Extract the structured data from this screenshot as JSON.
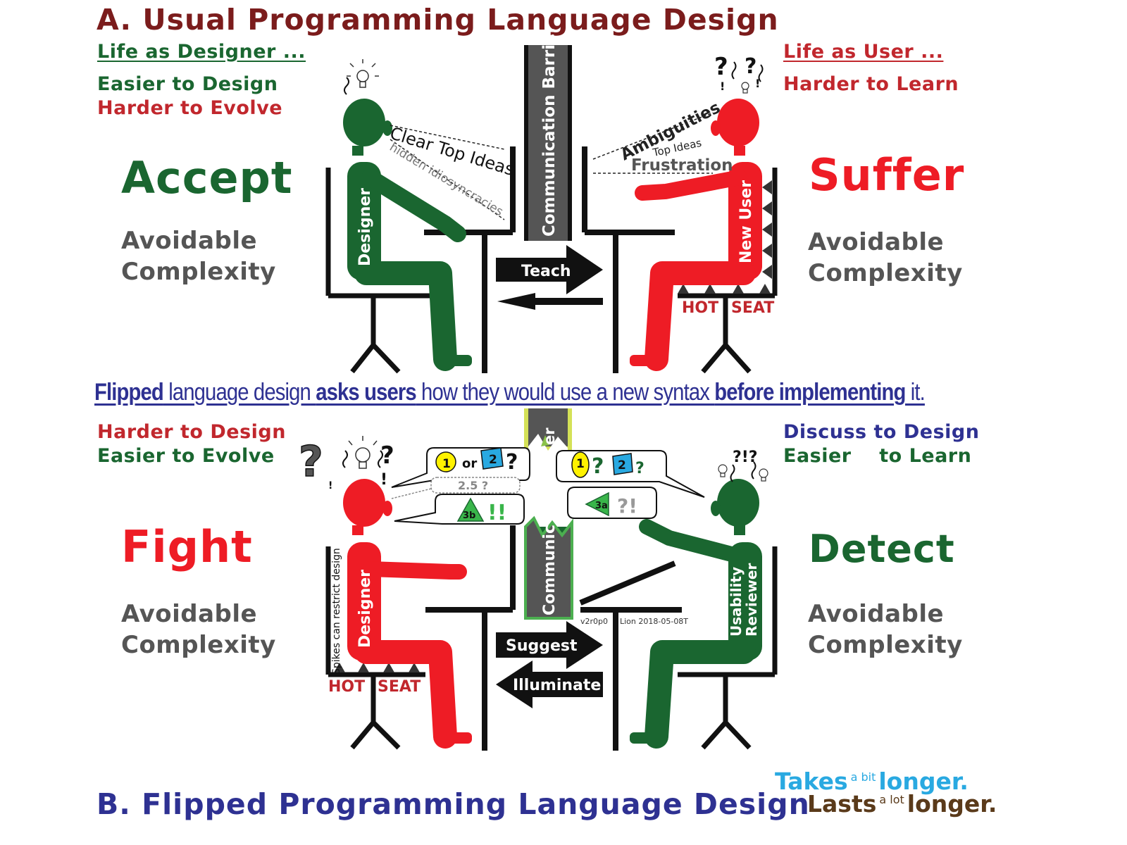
{
  "colors": {
    "title_a": "#7b1c1c",
    "title_b": "#2e3192",
    "green": "#1a6630",
    "red": "#ee1c25",
    "crimson": "#c1272d",
    "navy": "#2e3192",
    "gray": "#555555",
    "cyan": "#29a9e1",
    "brown": "#5a3a1a"
  },
  "panel_a": {
    "title": "A. Usual Programming Language Design",
    "designer_header": "Life as Designer ...",
    "designer_line1": "Easier  to Design",
    "designer_line2": "Harder to Evolve",
    "designer_verdict": "Accept",
    "designer_complexity_1": "Avoidable",
    "designer_complexity_2": "Complexity",
    "user_header": "Life as User ...",
    "user_line1": "Harder to Learn",
    "user_verdict": "Suffer",
    "user_complexity_1": "Avoidable",
    "user_complexity_2": "Complexity",
    "designer_figure_label": "Designer",
    "user_figure_label": "New User",
    "barrier_label": "Communication Barrier",
    "designer_thought_1": "Clear Top Ideas",
    "designer_thought_2": "hidden idiosyncracies",
    "user_thought_1": "Ambiguities",
    "user_thought_2": "Top Ideas",
    "user_thought_3": "Frustration",
    "teach_label": "Teach",
    "hot_seat_1": "HOT",
    "hot_seat_2": "SEAT"
  },
  "middle": {
    "p1": "Flipped",
    "p2": " language design ",
    "p3": "asks users",
    "p4": " how they would use a new syntax ",
    "p5": "before implementing",
    "p6": " it."
  },
  "panel_b": {
    "title": "B. Flipped Programming Language Design",
    "designer_line1": "Harder to Design",
    "designer_line2": "Easier  to Evolve",
    "designer_verdict": "Fight",
    "designer_complexity_1": "Avoidable",
    "designer_complexity_2": "Complexity",
    "reviewer_line1": "Discuss to Design",
    "reviewer_line2": "Easier    to Learn",
    "reviewer_verdict": "Detect",
    "reviewer_complexity_1": "Avoidable",
    "reviewer_complexity_2": "Complexity",
    "designer_figure_label": "Designer",
    "reviewer_label_1": "Usability",
    "reviewer_label_2": "Reviewer",
    "barrier_label": "Communic",
    "barrier_top_label": "er",
    "spikes_label": "Spikes can restrict design",
    "suggest_label": "Suggest",
    "illuminate_label": "Illuminate",
    "hot_seat_1": "HOT",
    "hot_seat_2": "SEAT",
    "bubble_one": "1",
    "bubble_or": "or",
    "bubble_two": "2",
    "bubble_question": "?",
    "bubble_two_five": "2.5 ?",
    "bubble_three_b": "3b",
    "bubble_bang": "!!",
    "bubble_r_one": "1",
    "bubble_r_two": "2",
    "bubble_r_q1": "?",
    "bubble_r_q2": "?",
    "bubble_three_a": "3a",
    "bubble_r_interrobang": "?!",
    "version": "v2r0p0",
    "stamp": "Lion 2018-05-08T"
  },
  "tagline": {
    "takes": "Takes",
    "a_bit": "a bit",
    "longer_1": "longer.",
    "lasts": "Lasts",
    "a_lot": "a lot",
    "longer_2": "longer."
  }
}
